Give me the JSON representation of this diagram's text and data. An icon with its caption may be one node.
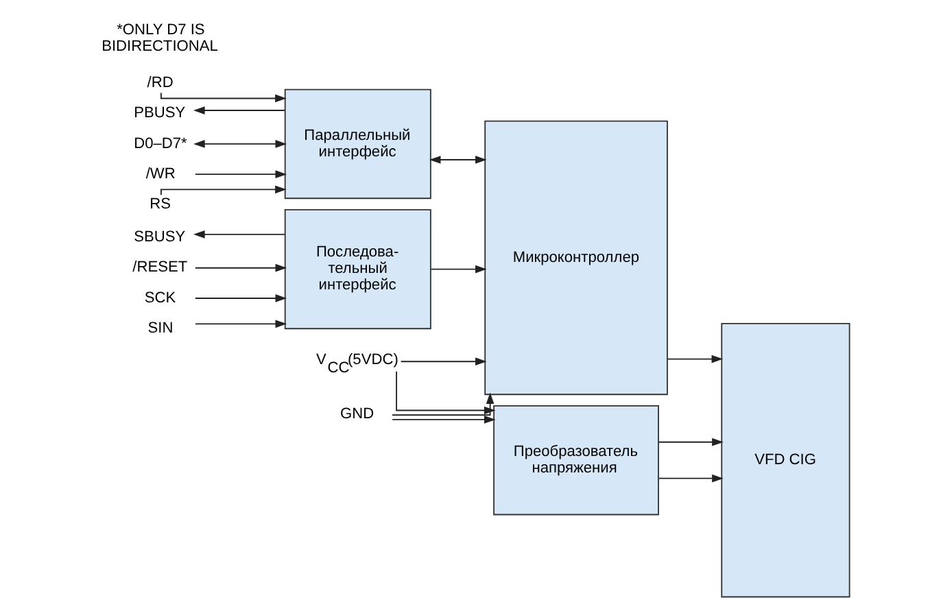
{
  "diagram": {
    "nodes": [
      {
        "text": [
          "D0–D7*"
        ]
      },
      {
        "text": [
          "/WR"
        ]
      },
      {
        "text": [
          "RS"
        ]
      },
      {
        "text": [
          "/RD"
        ]
      },
      {
        "text": [
          "PBUSY"
        ]
      },
      {
        "text": [
          "Параллельный интерфейс"
        ]
      },
      {
        "text": [
          "Микроконтроллер"
        ]
      },
      {
        "text": [
          "VFD CIG"
        ]
      },
      {
        "text": [
          "SIN"
        ]
      },
      {
        "text": [
          "SBUSY"
        ]
      },
      {
        "text": [
          "/RESET"
        ]
      },
      {
        "text": [
          "SCK"
        ]
      },
      {
        "text": [
          "Последова- тельный интерфейс"
        ]
      },
      {
        "text": [
          "V$_{CC}$(5VDC)"
        ]
      },
      {
        "text": [
          "GND"
        ]
      },
      {
        "text": [
          "Преобразователь напряжения"
        ]
      }
    ],
    "edges": [
      {
        "from": 0,
        "to": 5,
        "arrow": "both"
      },
      {
        "from": 1,
        "to": 5,
        "arrow": "to"
      },
      {
        "from": 2,
        "to": 5,
        "arrow": "to"
      },
      {
        "from": 3,
        "to": 5,
        "arrow": "to"
      },
      {
        "from": 5,
        "to": 4,
        "arrow": "to"
      },
      {
        "from": 5,
        "to": 6,
        "arrow": "both"
      },
      {
        "from": 6,
        "to": 7,
        "arrow": "to"
      },
      {
        "from": 8,
        "to": 12,
        "arrow": "to"
      },
      {
        "from": 12,
        "to": 9,
        "arrow": "to"
      },
      {
        "from": 10,
        "to": 12,
        "arrow": "to"
      },
      {
        "from": 11,
        "to": 12,
        "arrow": "to"
      },
      {
        "from": 12,
        "to": 6,
        "arrow": "to"
      },
      {
        "from": 13,
        "to": 6,
        "arrow": "to"
      },
      {
        "from": 13,
        "to": 15,
        "arrow": "to"
      },
      {
        "from": 14,
        "to": 6,
        "arrow": "to"
      },
      {
        "from": 14,
        "to": 15,
        "arrow": "to"
      },
      {
        "from": 15,
        "to": 7,
        "arrow": "to"
      },
      {
        "from": 15,
        "to": 7,
        "arrow": "to"
      }
    ],
    "labels": [
      "*ONLY D7 IS BIDIRECTIONAL"
    ]
  }
}
